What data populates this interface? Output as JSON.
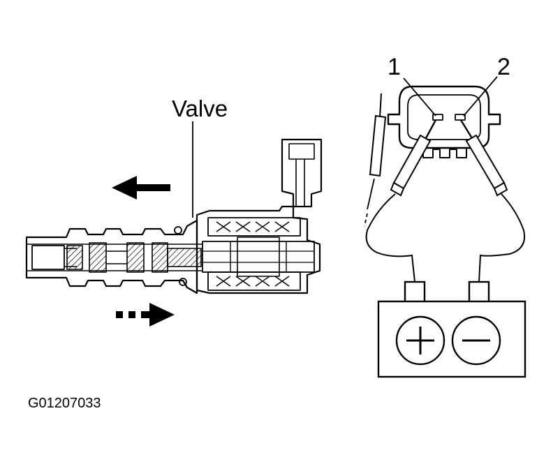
{
  "diagram": {
    "valve_label": "Valve",
    "pin_labels": [
      "1",
      "2"
    ],
    "figure_code": "G01207033",
    "battery": {
      "positive_symbol": "+",
      "negative_symbol": "−"
    }
  },
  "colors": {
    "ink": "#000000",
    "paper": "#ffffff"
  }
}
